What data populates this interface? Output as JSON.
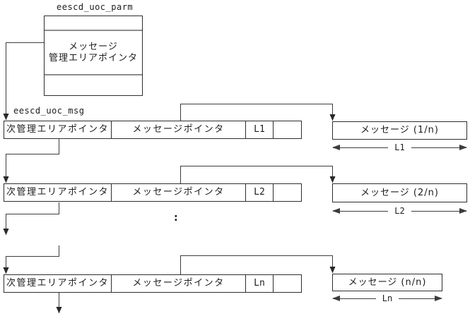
{
  "diagram": {
    "title": "UOC message management area pointer chain",
    "colors": {
      "background": "#ffffff",
      "line": "#3c3c3c",
      "text": "#1c1c1c"
    },
    "parm_struct": {
      "name": "eescd_uoc_parm",
      "field_line1": "メッセージ",
      "field_line2": "管理エリアポインタ"
    },
    "msg_struct_name": "eescd_uoc_msg",
    "ellipsis": ":",
    "rows": [
      {
        "next_ptr": "次管理エリアポインタ",
        "msg_ptr": "メッセージポインタ",
        "len": "L1",
        "reserved": "",
        "message": "メッセージ (1/n)",
        "span_label": "L1"
      },
      {
        "next_ptr": "次管理エリアポインタ",
        "msg_ptr": "メッセージポインタ",
        "len": "L2",
        "reserved": "",
        "message": "メッセージ (2/n)",
        "span_label": "L2"
      },
      {
        "next_ptr": "次管理エリアポインタ",
        "msg_ptr": "メッセージポインタ",
        "len": "Ln",
        "reserved": "",
        "message": "メッセージ (n/n)",
        "span_label": "Ln"
      }
    ]
  }
}
